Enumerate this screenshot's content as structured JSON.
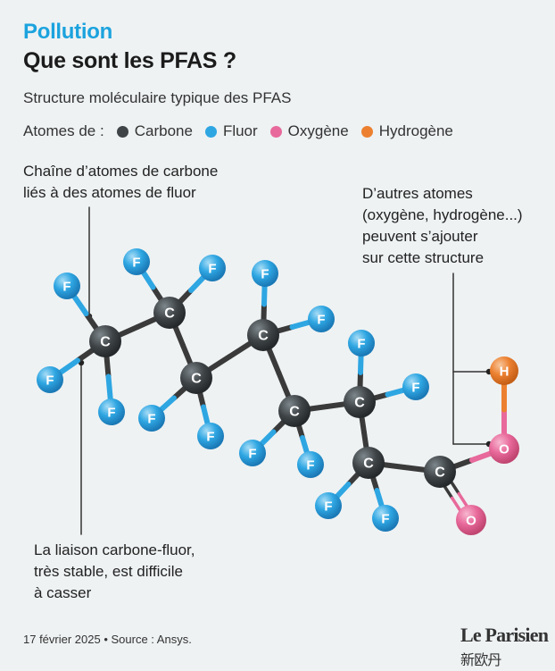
{
  "header": {
    "kicker": "Pollution",
    "title": "Que sont les PFAS ?",
    "subtitle": "Structure moléculaire typique des PFAS"
  },
  "legend": {
    "prefix": "Atomes de :",
    "items": [
      {
        "label": "Carbone",
        "color": "#3f4447"
      },
      {
        "label": "Fluor",
        "color": "#2ea6e2"
      },
      {
        "label": "Oxygène",
        "color": "#e8699b"
      },
      {
        "label": "Hydrogène",
        "color": "#ec8030"
      }
    ]
  },
  "annotations": {
    "carbon_chain": [
      "Chaîne d’atomes de carbone",
      "liés à des atomes de fluor"
    ],
    "other_atoms": [
      "D’autres atomes",
      "(oxygène, hydrogène...)",
      "peuvent s’ajouter",
      "sur cette structure"
    ],
    "bond": [
      "La liaison carbone-fluor,",
      "très stable, est difficile",
      "à casser"
    ]
  },
  "atom_symbols": {
    "carbon": "C",
    "fluorine": "F",
    "oxygen": "O",
    "hydrogen": "H"
  },
  "footer": {
    "source": "17 février 2025 • Source : Ansys.",
    "logo_main": "Le Parisien",
    "logo_overlay": "新欧丹"
  },
  "colors": {
    "carbon": "#3f4447",
    "fluorine": "#2ea6e2",
    "oxygen": "#e8699b",
    "hydrogen": "#ec8030",
    "bond_carbon": "#3a3a3a",
    "bond_fluorine": "#2ea6e2",
    "bond_oxygen": "#e8699b",
    "bond_hydrogen": "#ec8030",
    "accent": "#1ba3de"
  }
}
